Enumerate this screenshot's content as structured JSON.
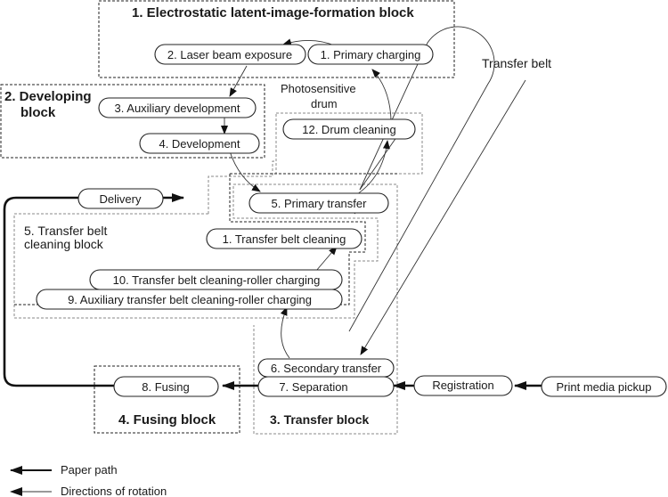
{
  "blocks": {
    "electrostatic": "1. Electrostatic latent-image-formation block",
    "developing_line1": "2. Developing",
    "developing_line2": "block",
    "transfer": "3. Transfer block",
    "fusing": "4. Fusing block",
    "belt_cleaning_line1": "5. Transfer belt",
    "belt_cleaning_line2": "cleaning block"
  },
  "steps": {
    "primary_charging": "1. Primary charging",
    "laser_exposure": "2. Laser beam exposure",
    "aux_development": "3. Auxiliary development",
    "development": "4. Development",
    "primary_transfer": "5. Primary transfer",
    "secondary_transfer": "6. Secondary transfer",
    "separation": "7. Separation",
    "fusing": "8. Fusing",
    "aux_belt_roller_charging": "9. Auxiliary transfer belt cleaning-roller charging",
    "belt_roller_charging": "10. Transfer belt cleaning-roller charging",
    "belt_cleaning": "1. Transfer belt cleaning",
    "drum_cleaning": "12. Drum cleaning",
    "delivery": "Delivery",
    "registration": "Registration",
    "pickup": "Print media pickup"
  },
  "labels": {
    "drum_line1": "Photosensitive",
    "drum_line2": "drum",
    "belt": "Transfer belt"
  },
  "legend": {
    "paper_path": "Paper path",
    "rotation": "Directions of rotation"
  }
}
